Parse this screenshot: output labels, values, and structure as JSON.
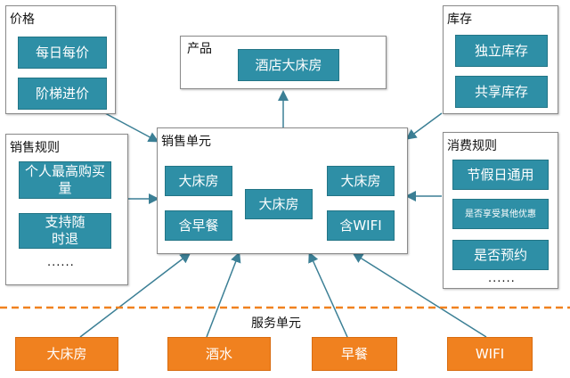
{
  "panels": {
    "price": {
      "title": "价格",
      "items": [
        "每日每价",
        "阶梯进价"
      ]
    },
    "product": {
      "title": "产品",
      "item": "酒店大床房"
    },
    "inventory": {
      "title": "库存",
      "items": [
        "独立库存",
        "共享库存"
      ]
    },
    "sales_rules": {
      "title": "销售规则",
      "items": [
        "个人最高购买量",
        "支持随时退"
      ],
      "ellipsis": "......"
    },
    "sales_unit": {
      "title": "销售单元",
      "items": [
        "大床房",
        "含早餐",
        "大床房",
        "大床房",
        "含WIFI"
      ]
    },
    "consume_rules": {
      "title": "消费规则",
      "items": [
        "节假日通用",
        "是否享受其他优惠",
        "是否预约"
      ],
      "ellipsis": "......"
    }
  },
  "service_unit": {
    "label": "服务单元",
    "items": [
      "大床房",
      "酒水",
      "早餐",
      "WIFI"
    ]
  },
  "colors": {
    "teal": "#2e8fa6",
    "orange": "#f0811f",
    "dashed_line": "#f0811f",
    "arrow": "#3b7f95"
  }
}
